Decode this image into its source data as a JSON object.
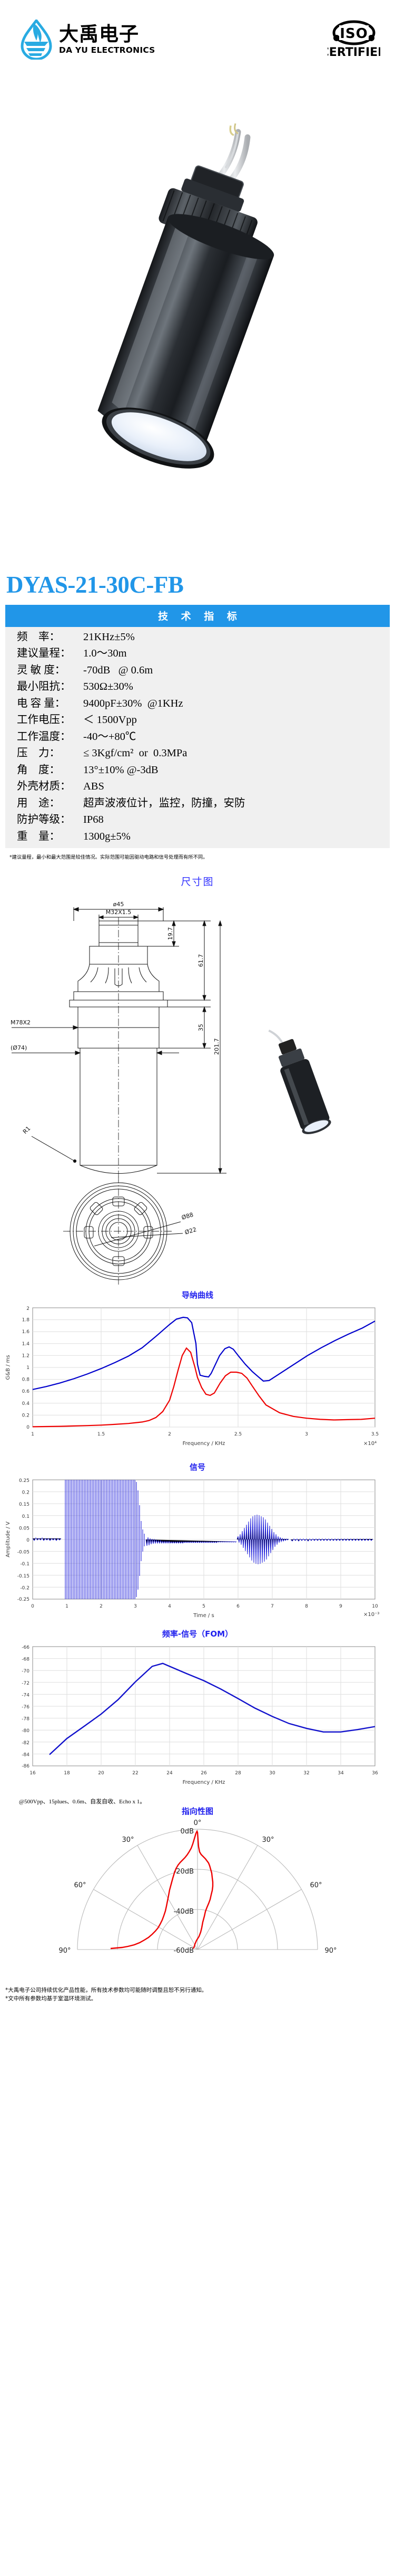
{
  "header": {
    "logo_cn": "大禹电子",
    "logo_en": "DA YU ELECTRONICS",
    "iso_line1": "ISO",
    "iso_line2": "CERTIFIED"
  },
  "product": {
    "title": "DYAS-21-30C-FB"
  },
  "spec": {
    "heading": "技 术 指 标",
    "rows": [
      {
        "label": "频    率：",
        "value": "21KHz±5%"
      },
      {
        "label": "建议量程：",
        "value": "1.0～30m"
      },
      {
        "label": "灵 敏 度：",
        "value": "-70dB   @ 0.6m"
      },
      {
        "label": "最小阻抗：",
        "value": "530Ω±30%"
      },
      {
        "label": "电 容 量：",
        "value": "9400pF±30%  @1KHz"
      },
      {
        "label": "工作电压：",
        "value": "＜ 1500Vpp"
      },
      {
        "label": "工作温度：",
        "value": "-40～+80℃"
      },
      {
        "label": "压    力：",
        "value": "≤ 3Kgf/cm²  or  0.3MPa"
      },
      {
        "label": "角    度：",
        "value": "13°±10% @-3dB"
      },
      {
        "label": "外壳材质：",
        "value": "ABS"
      },
      {
        "label": "用    途：",
        "value": "超声波液位计，监控，防撞，安防"
      },
      {
        "label": "防护等级：",
        "value": "IP68"
      },
      {
        "label": "重    量：",
        "value": "1300g±5%"
      }
    ],
    "note": "*建议量程，最小和最大范围是较佳情况。实际范围可能因驱动电路和信号处理而有所不同。"
  },
  "dimension_section": {
    "title": "尺寸图",
    "labels": {
      "d45": "ø45",
      "thread_top": "M32X1.5",
      "h_19_7": "19.7",
      "h_61_7": "61.7",
      "h_35": "35",
      "h_201_7": "201.7",
      "thread_body": "M78X2",
      "d74": "(Ø74)",
      "r1": "R1",
      "d88": "Ø88",
      "d22": "Ø22"
    }
  },
  "chart_data": [
    {
      "type": "line",
      "title": "导纳曲线",
      "xlabel": "Frequency / KHz",
      "ylabel": "G&B / ms",
      "xlim": [
        1,
        3.5
      ],
      "ylim": [
        0,
        2
      ],
      "x_multiplier": "×10⁴",
      "xticks": [
        1,
        1.5,
        2,
        2.5,
        3,
        3.5
      ],
      "yticks": [
        0,
        0.2,
        0.4,
        0.6,
        0.8,
        1,
        1.2,
        1.4,
        1.6,
        1.8,
        2
      ],
      "grid": true,
      "series": [
        {
          "name": "B",
          "color": "#0000cc",
          "x": [
            1.0,
            1.1,
            1.2,
            1.3,
            1.4,
            1.5,
            1.6,
            1.7,
            1.8,
            1.9,
            2.0,
            2.05,
            2.1,
            2.13,
            2.16,
            2.19,
            2.2,
            2.22,
            2.25,
            2.28,
            2.3,
            2.33,
            2.36,
            2.4,
            2.43,
            2.46,
            2.5,
            2.55,
            2.6,
            2.65,
            2.68,
            2.72,
            2.8,
            2.9,
            3.0,
            3.1,
            3.2,
            3.3,
            3.4,
            3.5
          ],
          "y": [
            0.63,
            0.68,
            0.74,
            0.81,
            0.89,
            0.98,
            1.08,
            1.19,
            1.33,
            1.52,
            1.72,
            1.81,
            1.84,
            1.83,
            1.75,
            1.4,
            1.05,
            0.87,
            0.85,
            0.84,
            0.9,
            1.05,
            1.2,
            1.31,
            1.34,
            1.3,
            1.16,
            1.02,
            0.9,
            0.8,
            0.77,
            0.78,
            0.9,
            1.05,
            1.2,
            1.33,
            1.45,
            1.56,
            1.66,
            1.78
          ]
        },
        {
          "name": "G",
          "color": "#ee0000",
          "x": [
            1.0,
            1.1,
            1.2,
            1.3,
            1.4,
            1.5,
            1.6,
            1.7,
            1.8,
            1.85,
            1.9,
            1.95,
            2.0,
            2.03,
            2.06,
            2.09,
            2.12,
            2.15,
            2.18,
            2.2,
            2.23,
            2.26,
            2.29,
            2.32,
            2.36,
            2.4,
            2.44,
            2.48,
            2.52,
            2.56,
            2.6,
            2.65,
            2.7,
            2.8,
            2.9,
            3.0,
            3.1,
            3.2,
            3.3,
            3.4,
            3.5
          ],
          "y": [
            0.005,
            0.008,
            0.012,
            0.018,
            0.025,
            0.033,
            0.045,
            0.06,
            0.085,
            0.11,
            0.16,
            0.26,
            0.45,
            0.68,
            0.95,
            1.2,
            1.32,
            1.25,
            1.0,
            0.82,
            0.66,
            0.55,
            0.53,
            0.57,
            0.73,
            0.86,
            0.92,
            0.92,
            0.9,
            0.82,
            0.68,
            0.5,
            0.37,
            0.23,
            0.17,
            0.14,
            0.12,
            0.11,
            0.115,
            0.12,
            0.14
          ]
        }
      ]
    },
    {
      "type": "line",
      "title": "信号",
      "xlabel": "Time / s",
      "ylabel": "Amplitude / V",
      "x_multiplier": "×10⁻³",
      "xlim": [
        0,
        10
      ],
      "ylim": [
        -0.25,
        0.25
      ],
      "yticks": [
        -0.25,
        -0.2,
        -0.15,
        -0.1,
        -0.05,
        0,
        0.05,
        0.1,
        0.15,
        0.2,
        0.25
      ],
      "xticks": [
        0,
        1,
        2,
        3,
        4,
        5,
        6,
        7,
        8,
        9,
        10
      ],
      "grid": true,
      "annotations": {
        "burst_start": 1.2,
        "burst_end": 3.2,
        "burst_amplitude": 0.25,
        "echo_center": 7.2,
        "echo_amplitude": 0.115
      },
      "series": [
        {
          "name": "Signal",
          "color": "#2222dd"
        }
      ]
    },
    {
      "type": "line",
      "title": "频率-信号（FOM）",
      "xlabel": "Frequency / KHz",
      "ylabel": "",
      "xlim": [
        16,
        36
      ],
      "ylim": [
        -86,
        -66
      ],
      "xticks": [
        16,
        18,
        20,
        22,
        24,
        26,
        28,
        30,
        32,
        34,
        36
      ],
      "yticks": [
        -86,
        -84,
        -82,
        -80,
        -78,
        -76,
        -74,
        -72,
        -70,
        -68,
        -66
      ],
      "grid": true,
      "series": [
        {
          "name": "FOM",
          "color": "#1111cc",
          "x": [
            17,
            18,
            19,
            20,
            21,
            22,
            23,
            23.6,
            24,
            25,
            26,
            27,
            28,
            29,
            30,
            31,
            32,
            33,
            34,
            35,
            36
          ],
          "y": [
            -84.2,
            -81.5,
            -79.5,
            -77.4,
            -75.0,
            -72.0,
            -69.4,
            -68.9,
            -69.4,
            -70.6,
            -71.8,
            -73.2,
            -74.8,
            -76.4,
            -77.8,
            -79.0,
            -79.8,
            -80.4,
            -80.4,
            -80.0,
            -79.5
          ]
        }
      ],
      "caption": "@500Vpp、15plues、0.6m、自发自收、Echo x 1。"
    },
    {
      "type": "polar",
      "title": "指向性图",
      "angle_ticks": [
        "0°",
        "30°",
        "60°",
        "90°"
      ],
      "radial_ticks": [
        "0dB",
        "-20dB",
        "-40dB",
        "-60dB"
      ],
      "rlim": [
        -60,
        0
      ],
      "grid": true,
      "series": [
        {
          "name": "Beam pattern",
          "color": "#ee0000",
          "angles": [
            -90,
            -84,
            -78,
            -72,
            -66,
            -60,
            -54,
            -48,
            -42,
            -36,
            -30,
            -24,
            -20,
            -16,
            -13,
            -10,
            -7,
            -4,
            0,
            4,
            7,
            10,
            13,
            16,
            20,
            24,
            28,
            30,
            34,
            38,
            42,
            46,
            50,
            56,
            62,
            70,
            78,
            86,
            90
          ],
          "values": [
            -58,
            -56,
            -55,
            -54,
            -52.5,
            -50,
            -47,
            -44,
            -41,
            -37,
            -32,
            -24,
            -18,
            -11,
            -6.5,
            -3.5,
            -1.6,
            -0.5,
            0,
            -0.6,
            -1.8,
            -4,
            -8,
            -14,
            -20,
            -25,
            -31,
            -33,
            -35,
            -38,
            -41,
            -44,
            -47,
            -50,
            -53,
            -55,
            -57,
            -58,
            -59
          ]
        }
      ]
    }
  ],
  "footer": {
    "line1": "*大禹电子公司持续优化产品性能，所有技术参数均可能随时调整且恕不另行通知。",
    "line2": "*文中所有参数均基于室温环境测试。"
  },
  "colors": {
    "brand_blue": "#2196e8",
    "title_blue": "#3333ff",
    "curve_blue": "#0000cc",
    "curve_red": "#ee0000",
    "table_bg": "#f0f0f0"
  }
}
